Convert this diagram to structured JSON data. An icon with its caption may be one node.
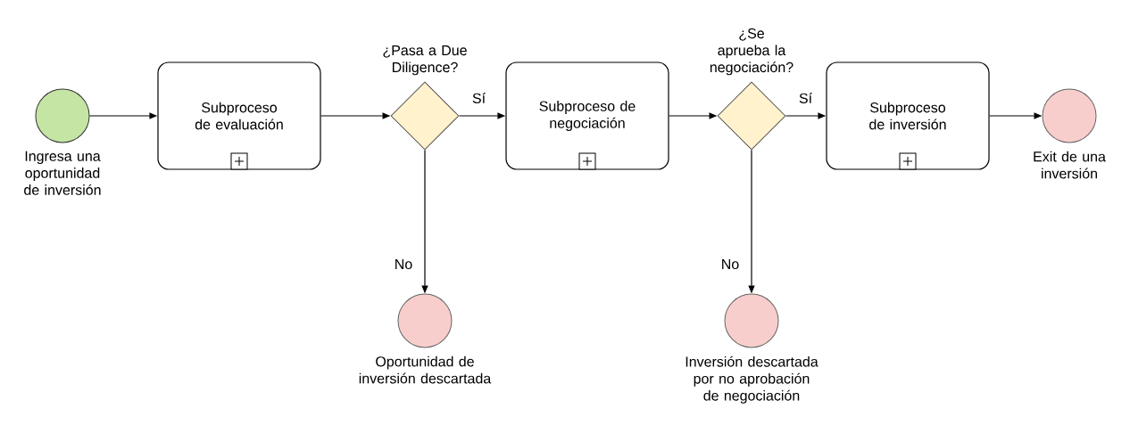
{
  "diagram": {
    "nodes": [
      {
        "text": [],
        "shape": "circle",
        "beside": [
          "Ingresa una oportunidad de inversión"
        ]
      },
      {
        "text": [
          "Subproceso de evaluación"
        ]
      },
      {
        "text": [],
        "shape": "diamond",
        "beside": [
          "¿Pasa a Due Diligence?"
        ]
      },
      {
        "text": [
          "Subproceso de negociación"
        ]
      },
      {
        "text": [],
        "shape": "diamond",
        "beside": [
          "¿Se aprueba la negociación?"
        ]
      },
      {
        "text": [
          "Subproceso de inversión"
        ]
      },
      {
        "text": [],
        "shape": "circle",
        "beside": [
          "Exit de una inversión"
        ]
      },
      {
        "text": [],
        "shape": "circle",
        "beside": [
          "Oportunidad de inversión descartada"
        ]
      },
      {
        "text": [],
        "shape": "circle",
        "beside": [
          "Inversión descartada por no aprobación de negociación"
        ]
      }
    ],
    "edges": [
      {
        "from": 0,
        "to": 1,
        "arrow": "to"
      },
      {
        "from": 1,
        "to": 2,
        "arrow": "to"
      },
      {
        "from": 2,
        "to": 3,
        "arrow": "to",
        "label": "Sí"
      },
      {
        "from": 2,
        "to": 7,
        "arrow": "to",
        "label": "No"
      },
      {
        "from": 3,
        "to": 4,
        "arrow": "to"
      },
      {
        "from": 4,
        "to": 5,
        "arrow": "to",
        "label": "Sí"
      },
      {
        "from": 4,
        "to": 8,
        "arrow": "to",
        "label": "No"
      },
      {
        "from": 5,
        "to": 6,
        "arrow": "to"
      }
    ]
  }
}
